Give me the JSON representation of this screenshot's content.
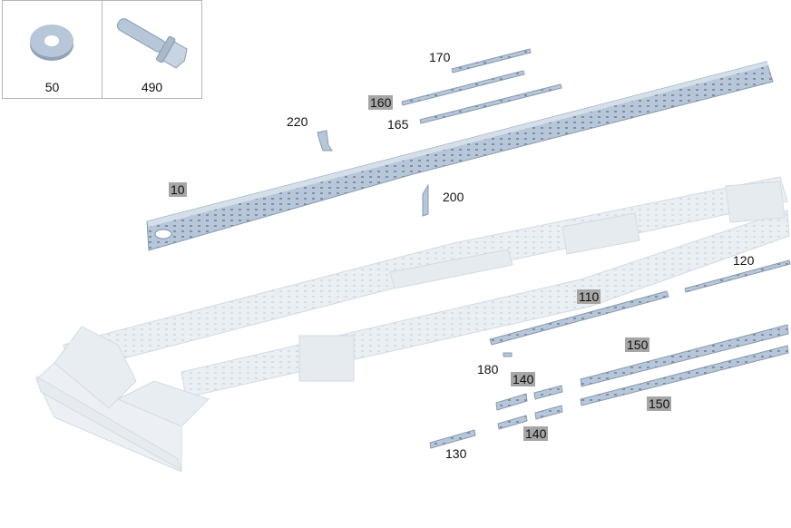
{
  "insets": [
    {
      "id": "washer",
      "label": "50"
    },
    {
      "id": "bolt",
      "label": "490"
    }
  ],
  "callouts": [
    {
      "id": "c170",
      "label": "170",
      "highlighted": false
    },
    {
      "id": "c160",
      "label": "160",
      "highlighted": true
    },
    {
      "id": "c165",
      "label": "165",
      "highlighted": false
    },
    {
      "id": "c220",
      "label": "220",
      "highlighted": false
    },
    {
      "id": "c10",
      "label": "10",
      "highlighted": true
    },
    {
      "id": "c200",
      "label": "200",
      "highlighted": false
    },
    {
      "id": "c120",
      "label": "120",
      "highlighted": false
    },
    {
      "id": "c110",
      "label": "110",
      "highlighted": true
    },
    {
      "id": "c150a",
      "label": "150",
      "highlighted": true
    },
    {
      "id": "c180",
      "label": "180",
      "highlighted": false
    },
    {
      "id": "c140a",
      "label": "140",
      "highlighted": true
    },
    {
      "id": "c150b",
      "label": "150",
      "highlighted": true
    },
    {
      "id": "c140b",
      "label": "140",
      "highlighted": true
    },
    {
      "id": "c130",
      "label": "130",
      "highlighted": false
    }
  ],
  "colors": {
    "part": "#b7c6d8",
    "part_dark": "#8a9bb0",
    "part_light": "#d9e3ee",
    "ghost": "#e9eef3",
    "ghost_stroke": "#d3dbe3",
    "highlight_box": "#a6a6a6",
    "border": "#b5b5b5"
  }
}
